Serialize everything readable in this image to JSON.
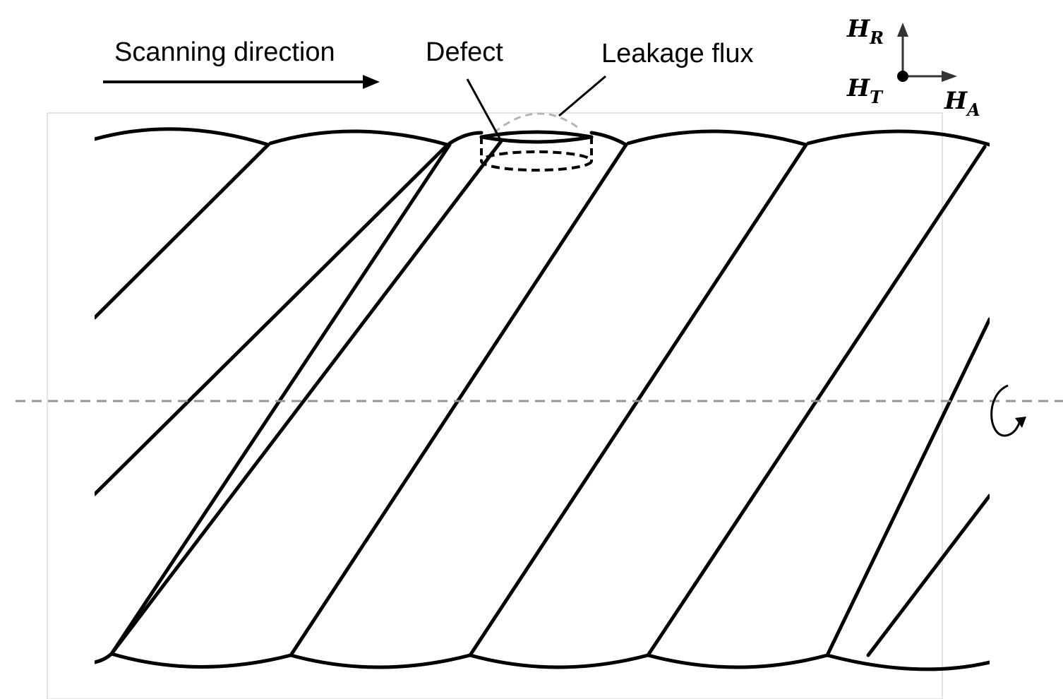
{
  "labels": {
    "scanning_direction": "Scanning direction",
    "defect": "Defect",
    "leakage_flux": "Leakage flux"
  },
  "axes": {
    "radial": {
      "main": "H",
      "sub": "R"
    },
    "tangential": {
      "main": "H",
      "sub": "T"
    },
    "axial": {
      "main": "H",
      "sub": "A"
    }
  },
  "colors": {
    "stroke": "#000000",
    "leakage_flux": "#b4b4b4",
    "centerline": "#969696",
    "frame": "#c8c8c8"
  }
}
